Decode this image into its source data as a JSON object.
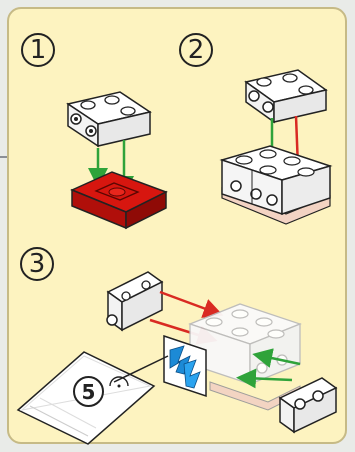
{
  "steps": [
    {
      "number": "1"
    },
    {
      "number": "2"
    },
    {
      "number": "3"
    }
  ],
  "sticker": {
    "number": "5"
  },
  "colors": {
    "panel_background": "#fdf3c0",
    "plate_red": "#d7160f",
    "arrow_green": "#2fa33a",
    "arrow_red": "#d92a22",
    "sticker_blue": "#1c8ad6",
    "base_tan": "#f3d3c3"
  },
  "icons": [
    "bracket-piece",
    "red-plate",
    "assembly-block",
    "sticker-sheet",
    "blue-sticker"
  ]
}
